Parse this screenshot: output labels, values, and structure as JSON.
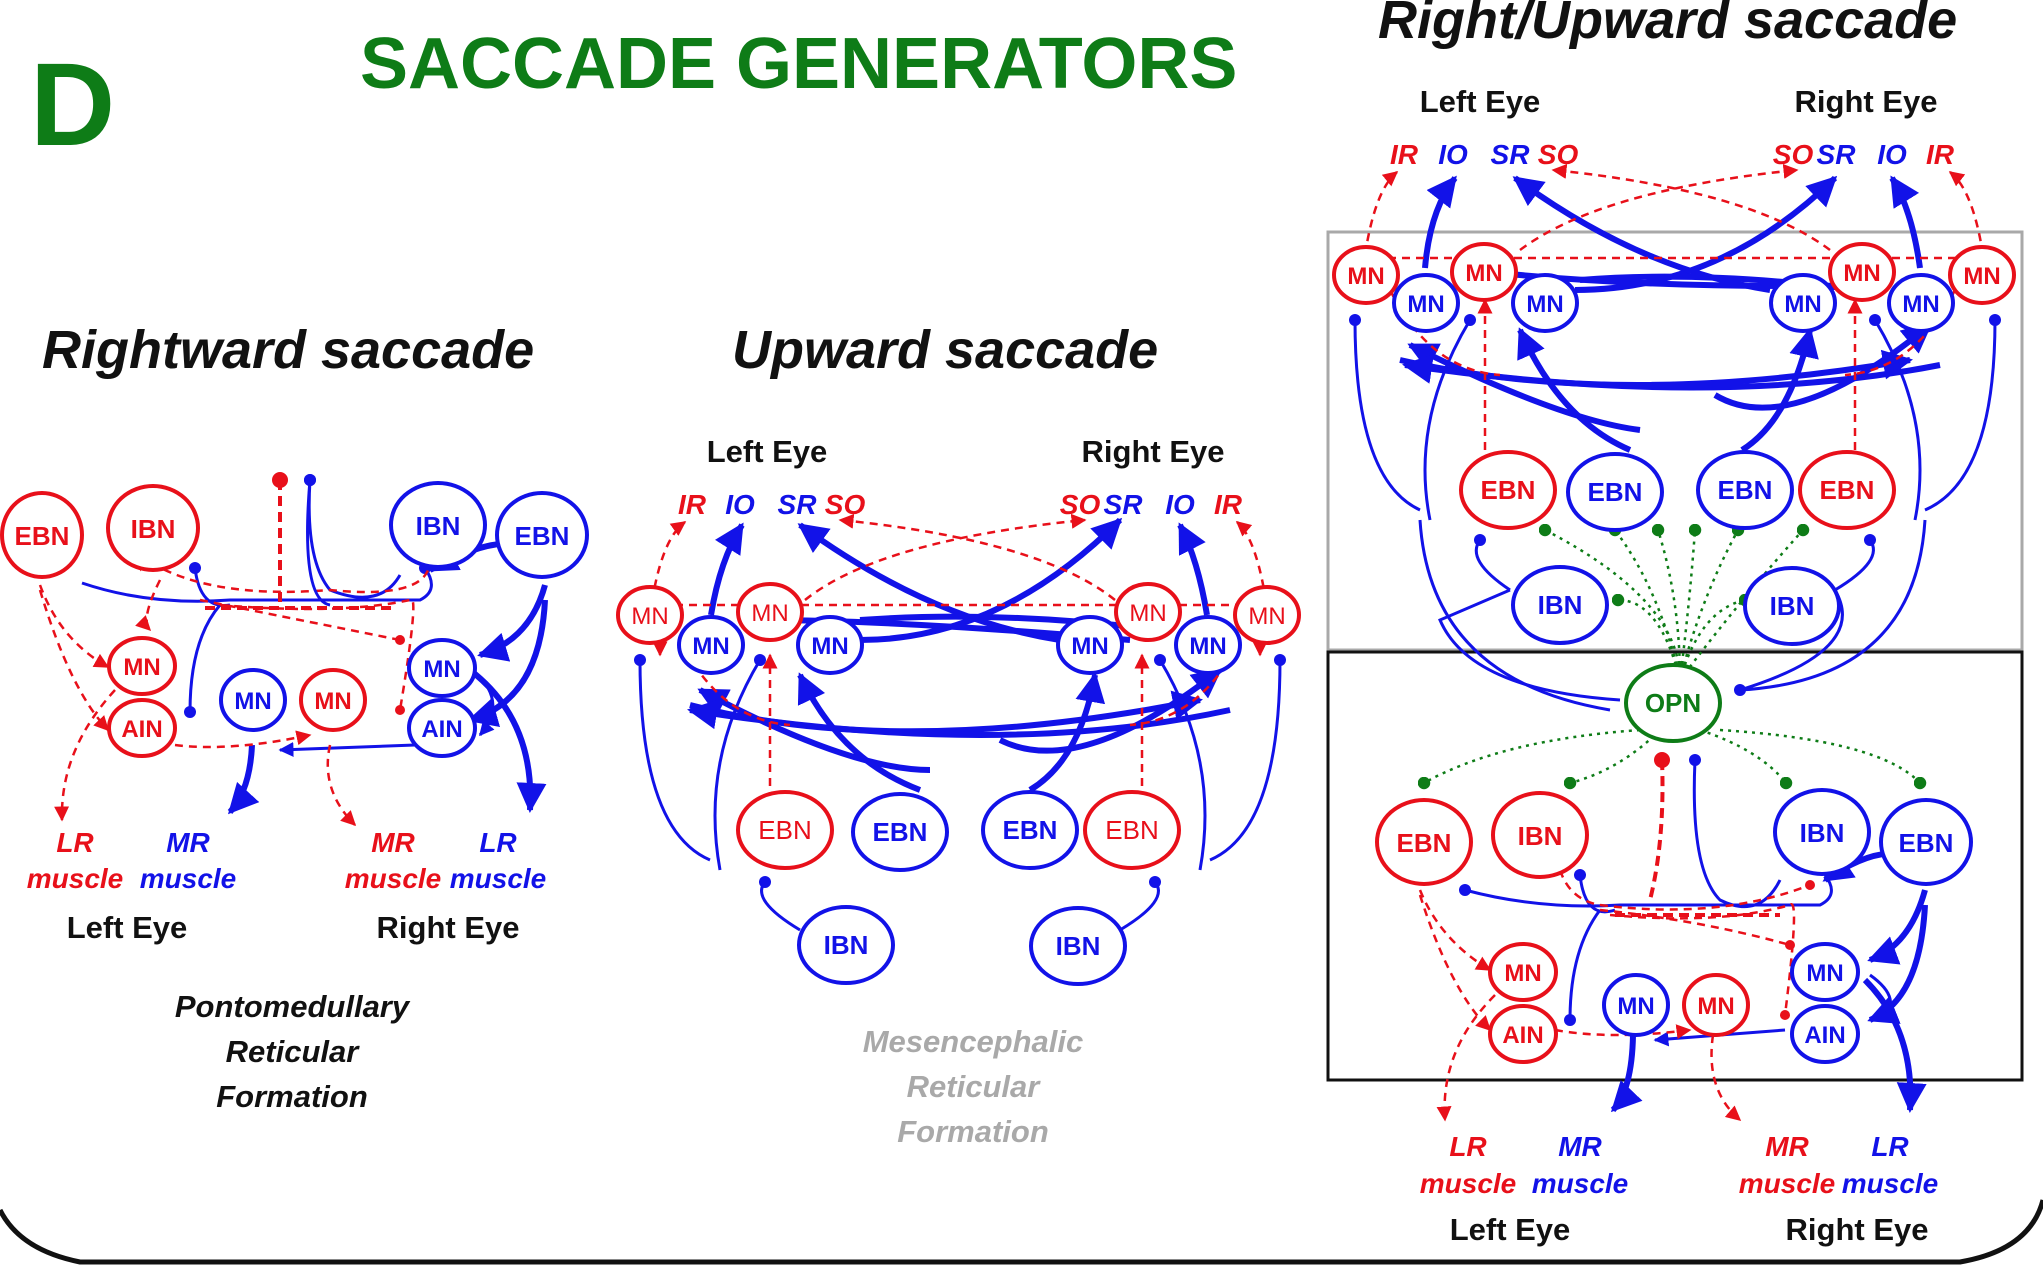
{
  "panel_letter": "D",
  "title": "SACCADE GENERATORS",
  "colors": {
    "green": "#0e7c17",
    "red": "#e8101a",
    "blue": "#1212e8",
    "gray": "#a9a9a9",
    "black": "#111111"
  },
  "rightward": {
    "title": "Rightward saccade",
    "left_eye": "Left Eye",
    "right_eye": "Right Eye",
    "muscles": {
      "lr_l": "LR",
      "mr_l": "MR",
      "mr_r": "MR",
      "lr_r": "LR",
      "muscle": "muscle"
    },
    "region_lines": [
      "Pontomedullary",
      "Reticular",
      "Formation"
    ]
  },
  "upward": {
    "title": "Upward saccade",
    "left_eye": "Left Eye",
    "right_eye": "Right Eye",
    "left_muscles": [
      "IR",
      "IO",
      "SR",
      "SO"
    ],
    "right_muscles": [
      "SO",
      "SR",
      "IO",
      "IR"
    ],
    "region_lines": [
      "Mesencephalic",
      "Reticular",
      "Formation"
    ]
  },
  "combined": {
    "title": "Right/Upward saccade",
    "left_eye": "Left Eye",
    "right_eye": "Right Eye",
    "left_muscles": [
      "IR",
      "IO",
      "SR",
      "SO"
    ],
    "right_muscles": [
      "SO",
      "SR",
      "IO",
      "IR"
    ],
    "bottom_muscles": {
      "lr_l": "LR",
      "mr_l": "MR",
      "mr_r": "MR",
      "lr_r": "LR",
      "muscle": "muscle"
    },
    "opn": "OPN"
  },
  "nodes": {
    "mn": "MN",
    "ebn": "EBN",
    "ibn": "IBN",
    "ain": "AIN"
  }
}
